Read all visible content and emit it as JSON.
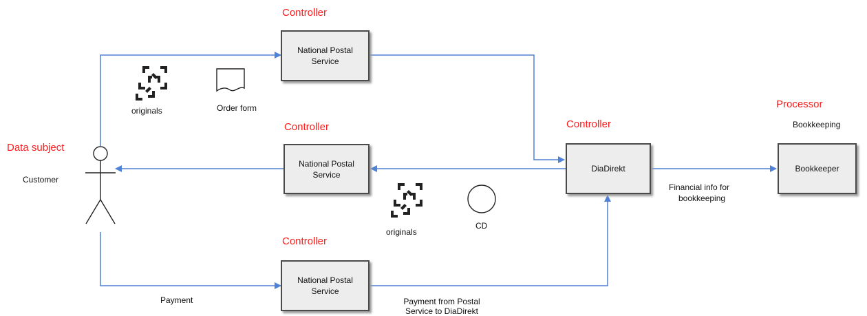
{
  "diagram": {
    "roles": {
      "controller_top": "Controller",
      "controller_mid": "Controller",
      "controller_bottom": "Controller",
      "controller_diadirekt": "Controller",
      "processor": "Processor",
      "data_subject": "Data subject"
    },
    "nodes": {
      "postal_top": "National Postal Service",
      "postal_mid": "National Postal Service",
      "postal_bottom": "National Postal Service",
      "diadirekt": "DiaDirekt",
      "bookkeeper": "Bookkeeper"
    },
    "labels": {
      "customer": "Customer",
      "originals_top": "originals",
      "order_form": "Order form",
      "originals_mid": "originals",
      "cd": "CD",
      "bookkeeping": "Bookkeeping",
      "financial_info_1": "Financial info for",
      "financial_info_2": "bookkeeping",
      "payment": "Payment",
      "payment_from_1": "Payment from Postal",
      "payment_from_2": "Service to DiaDirekt"
    },
    "colors": {
      "role_text": "#ff1a1a",
      "connector": "#4f81d6",
      "box_fill": "#ededed",
      "box_border": "#4a4a4a"
    }
  }
}
